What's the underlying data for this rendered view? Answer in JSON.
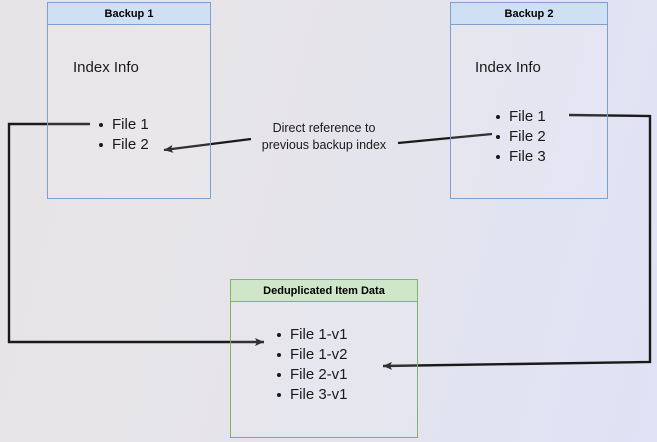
{
  "diagram": {
    "title_hidden": "",
    "background": {
      "gradient_from": "#e6e4e6",
      "gradient_to": "#e0e2f5"
    },
    "colors": {
      "blue_border": "#7f9fcc",
      "blue_header_fill": "#cfe0f5",
      "green_border": "#82b366",
      "green_header_fill": "#cfe6c8",
      "edge_stroke": "#1a1a1a",
      "text": "#1a1a1a"
    },
    "nodes": {
      "backup1": {
        "header": "Backup 1",
        "section_label": "Index Info",
        "items": [
          "File 1",
          "File 2"
        ]
      },
      "backup2": {
        "header": "Backup 2",
        "section_label": "Index Info",
        "items": [
          "File 1",
          "File 2",
          "File 3"
        ]
      },
      "dedup": {
        "header": "Deduplicated Item Data",
        "items": [
          "File 1-v1",
          "File 1-v2",
          "File 2-v1",
          "File 3-v1"
        ]
      }
    },
    "edges": {
      "reference_label_line1": "Direct reference to",
      "reference_label_line2": "previous backup index"
    }
  }
}
